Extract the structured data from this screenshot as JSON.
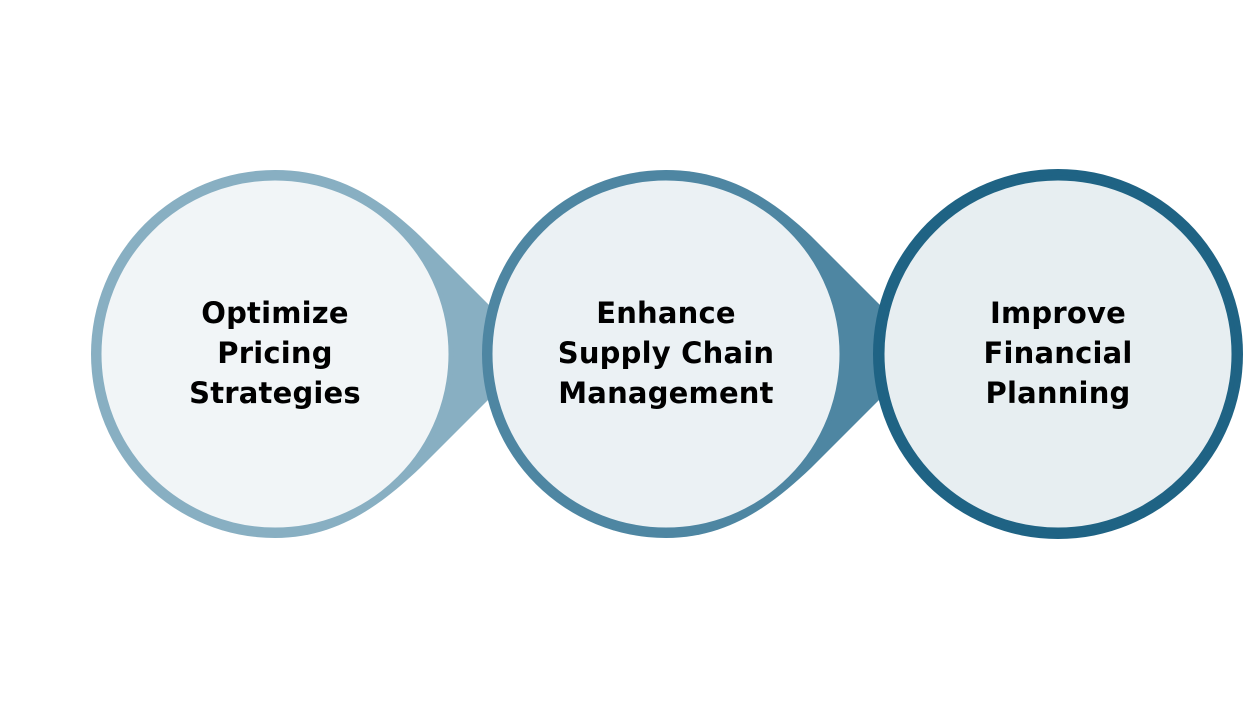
{
  "diagram": {
    "steps": [
      {
        "label": "Optimize\nPricing\nStrategies",
        "ring_color": "#88AFC2",
        "fill_color": "#F1F5F7"
      },
      {
        "label": "Enhance\nSupply Chain\nManagement",
        "ring_color": "#4E86A2",
        "fill_color": "#EBF1F4"
      },
      {
        "label": "Improve\nFinancial\nPlanning",
        "ring_color": "#1F6384",
        "fill_color": "#E7EEF1"
      }
    ]
  }
}
